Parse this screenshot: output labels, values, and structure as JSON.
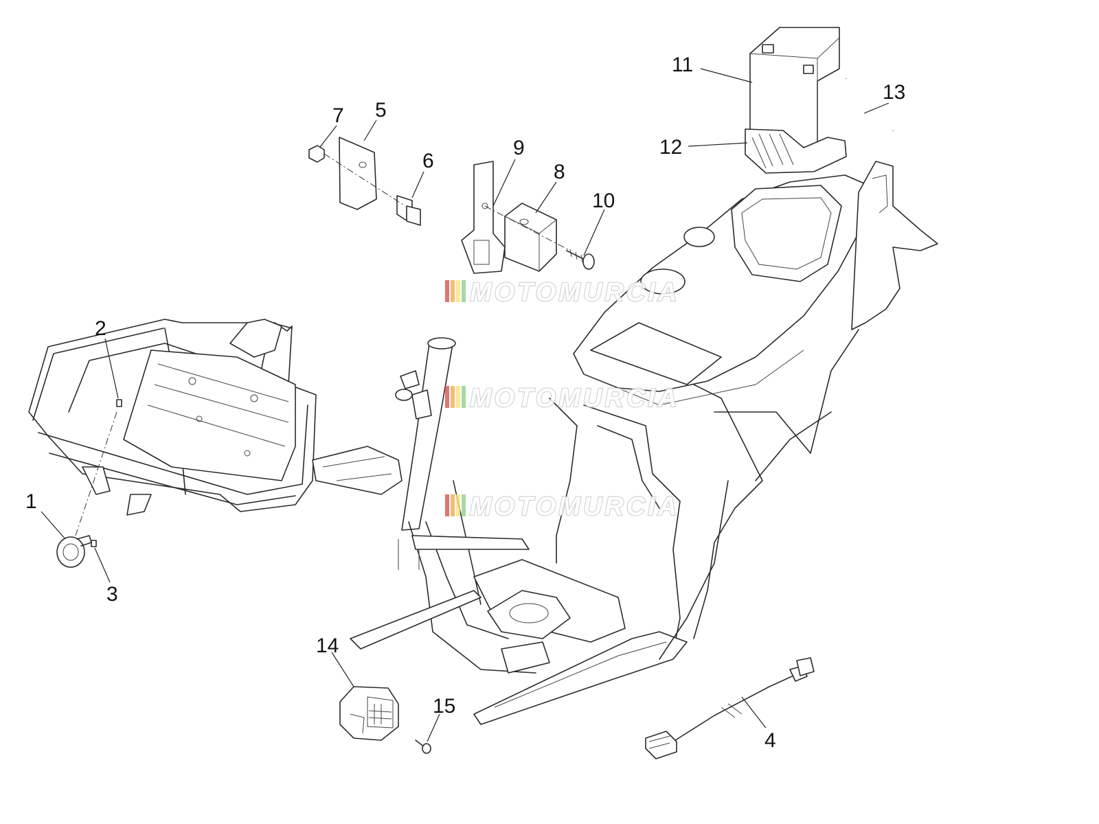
{
  "diagram": {
    "callouts": [
      "1",
      "2",
      "3",
      "4",
      "5",
      "6",
      "7",
      "8",
      "9",
      "10",
      "11",
      "12",
      "13",
      "14",
      "15"
    ],
    "watermark": "MOTOMURCIA",
    "watermark_stripe_colors": [
      "#d9534f",
      "#f0ad4e",
      "#f7e27a",
      "#8fcf8f",
      "#7fb3e0"
    ]
  }
}
